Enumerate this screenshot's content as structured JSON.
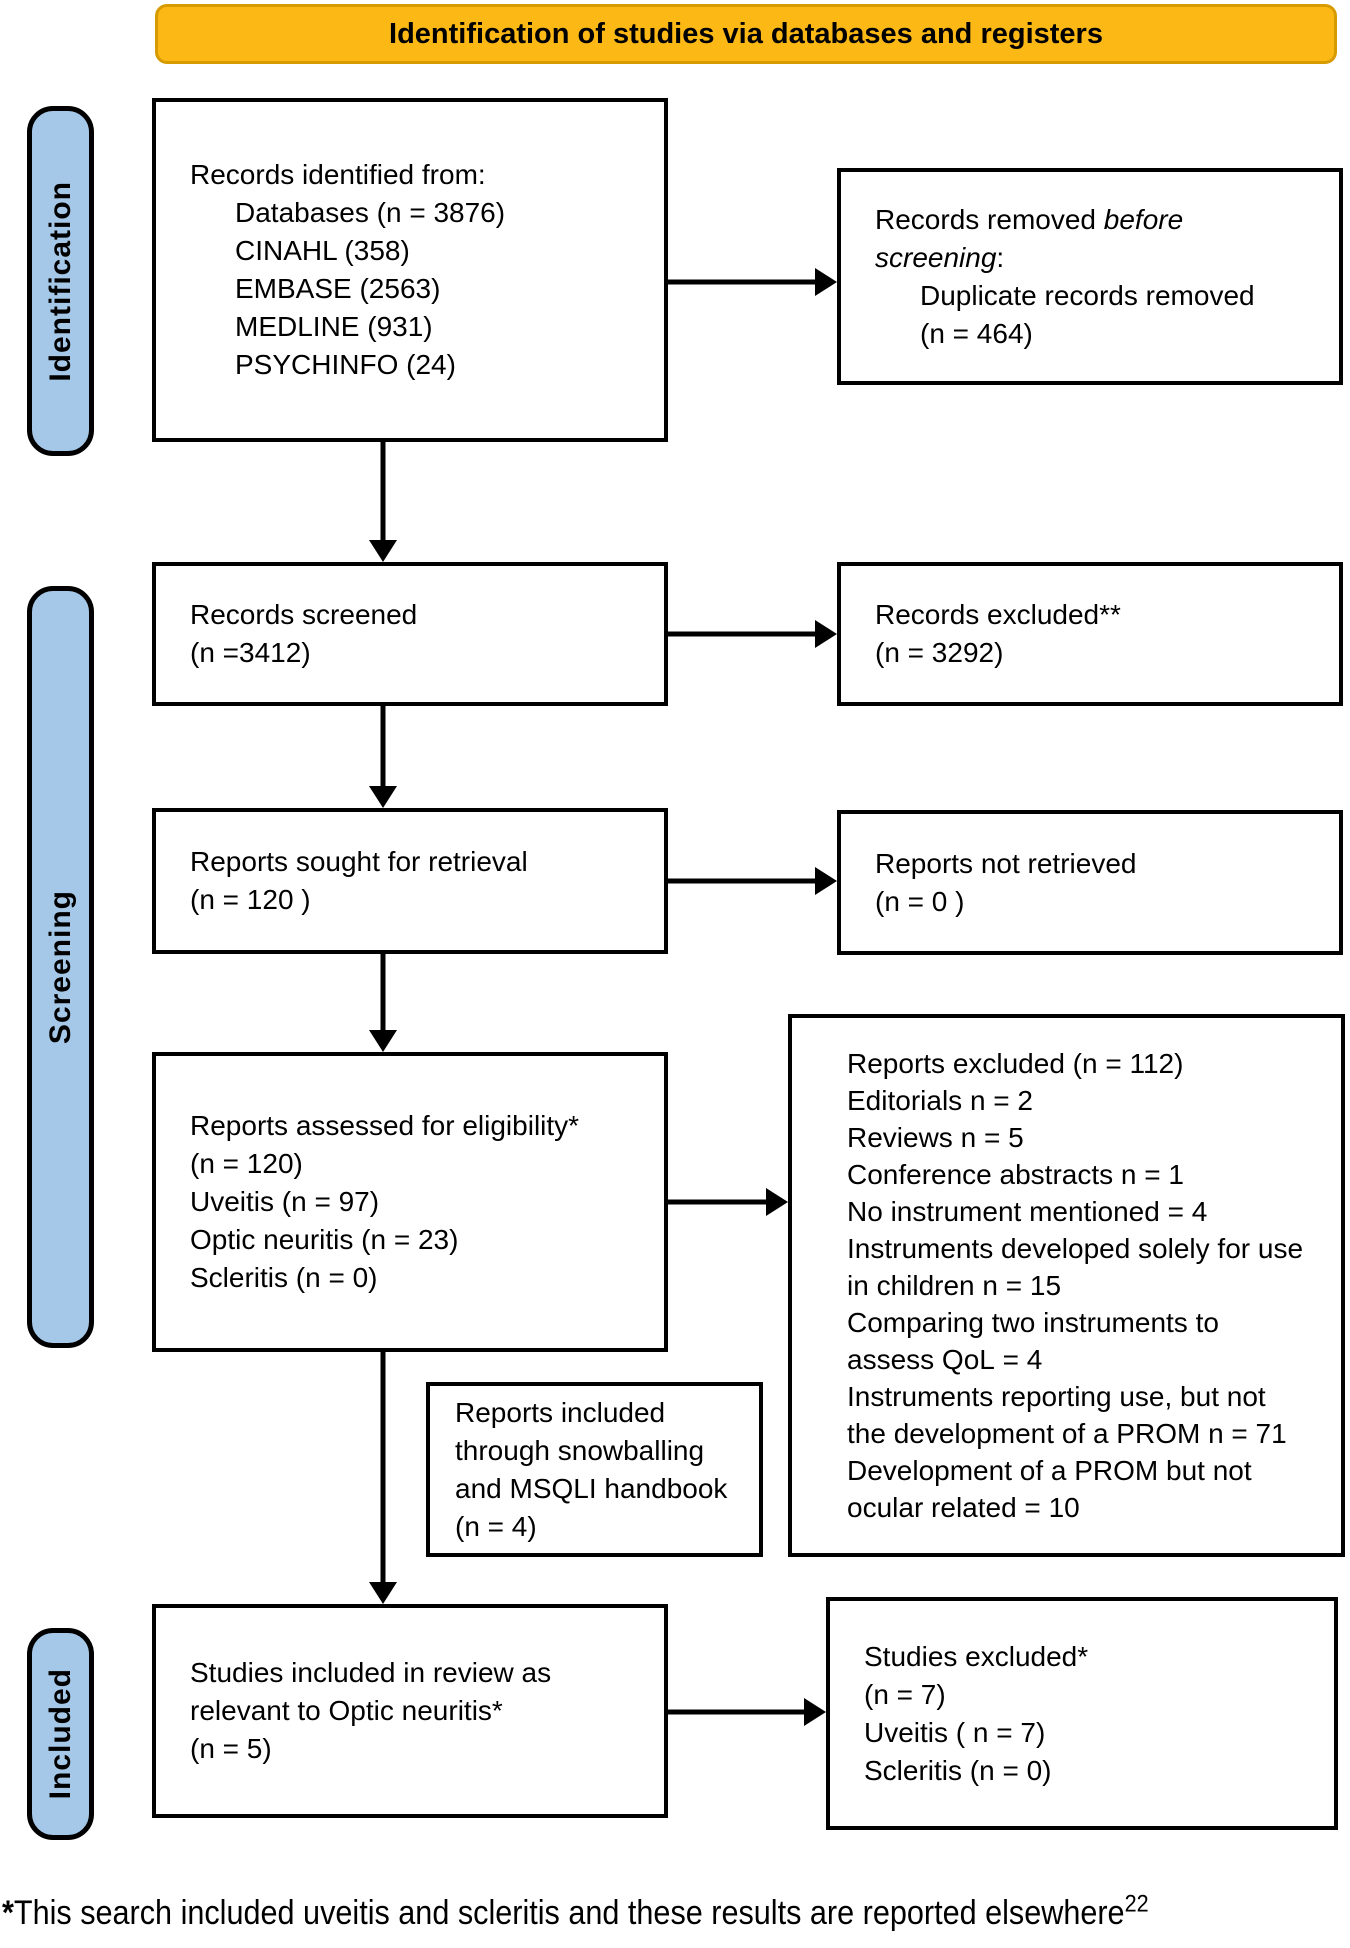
{
  "banner": {
    "title": "Identification of studies via databases and registers"
  },
  "sidebars": {
    "identification": {
      "label": "Identification"
    },
    "screening": {
      "label": "Screening"
    },
    "included": {
      "label": "Included"
    }
  },
  "boxes": {
    "records_identified": {
      "title": "Records identified from:",
      "items": [
        "Databases (n = 3876)",
        "CINAHL (358)",
        "EMBASE (2563)",
        "MEDLINE (931)",
        "PSYCHINFO (24)"
      ]
    },
    "records_removed": {
      "prefix": "Records removed ",
      "italic": "before screening",
      "suffix": ":",
      "items": [
        "Duplicate records removed",
        "(n = 464)"
      ]
    },
    "records_screened": {
      "lines": [
        "Records screened",
        "(n =3412)"
      ]
    },
    "records_excluded": {
      "lines": [
        "Records excluded**",
        "(n = 3292)"
      ]
    },
    "reports_sought": {
      "lines": [
        "Reports sought for retrieval",
        "(n = 120 )"
      ]
    },
    "reports_not_retrieved": {
      "lines": [
        "Reports not retrieved",
        "(n = 0 )"
      ]
    },
    "reports_assessed": {
      "lines": [
        "Reports assessed for eligibility*",
        "(n = 120)",
        "Uveitis (n = 97)",
        "Optic neuritis (n = 23)",
        "Scleritis (n = 0)"
      ]
    },
    "reports_excluded": {
      "items": [
        "Reports excluded (n = 112)",
        "Editorials n = 2",
        "Reviews n = 5",
        "Conference abstracts n = 1",
        "No instrument mentioned = 4",
        "Instruments developed solely for use in children n = 15",
        "Comparing two instruments to assess QoL = 4",
        "Instruments reporting use, but not the development of a PROM n = 71",
        "Development of a PROM but not ocular related = 10"
      ]
    },
    "snowballing": {
      "text": "Reports included through snowballing and MSQLI handbook (n = 4)"
    },
    "studies_included": {
      "lines": [
        "Studies included in review as",
        "relevant to Optic neuritis*",
        "(n = 5)"
      ]
    },
    "studies_excluded": {
      "lines": [
        "Studies excluded*",
        "(n = 7)",
        "Uveitis ( n = 7)",
        "Scleritis (n = 0)"
      ]
    }
  },
  "footnote": {
    "asterisk": "*",
    "text": "This search included uveitis and scleritis and these results are reported elsewhere",
    "superscript": "22"
  },
  "colors": {
    "banner_fill": "#FCB915",
    "banner_border": "#D79B00",
    "sidebar_fill": "#A5C8E8"
  }
}
